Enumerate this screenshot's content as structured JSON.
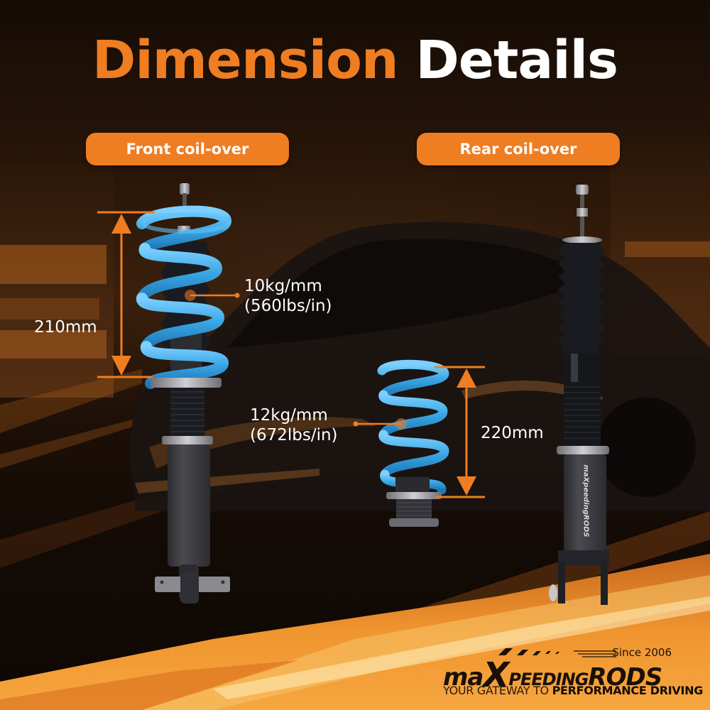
{
  "title": {
    "word1": "Dimension",
    "word2": "Details",
    "word1_color": "#ef7d22",
    "word2_color": "#ffffff"
  },
  "sections": {
    "front": {
      "label": "Front coil-over",
      "spring_height": "210mm",
      "spring_rate_kg": "10kg/mm",
      "spring_rate_lbs": "(560lbs/in)"
    },
    "rear": {
      "label": "Rear coil-over",
      "spring_height": "220mm",
      "spring_rate_kg": "12kg/mm",
      "spring_rate_lbs": "(672lbs/in)"
    }
  },
  "brand": {
    "since": "Since 2006",
    "name_prefix": "ma",
    "name_x": "X",
    "name_mid": "PEEDING",
    "name_suffix": "RODS",
    "tagline_light": "YOUR GATEWAY TO ",
    "tagline_bold": "PERFORMANCE DRIVING",
    "shock_body_logo": "maXpeedingRODS"
  },
  "colors": {
    "accent": "#ef7d22",
    "spring": "#3aa6e4",
    "shock_body": "#3a3a3e",
    "background": "#140b05"
  },
  "icons": [
    "dimension-arrow-icon",
    "callout-dot-icon",
    "checkered-flag-icon",
    "speed-lines-icon"
  ]
}
